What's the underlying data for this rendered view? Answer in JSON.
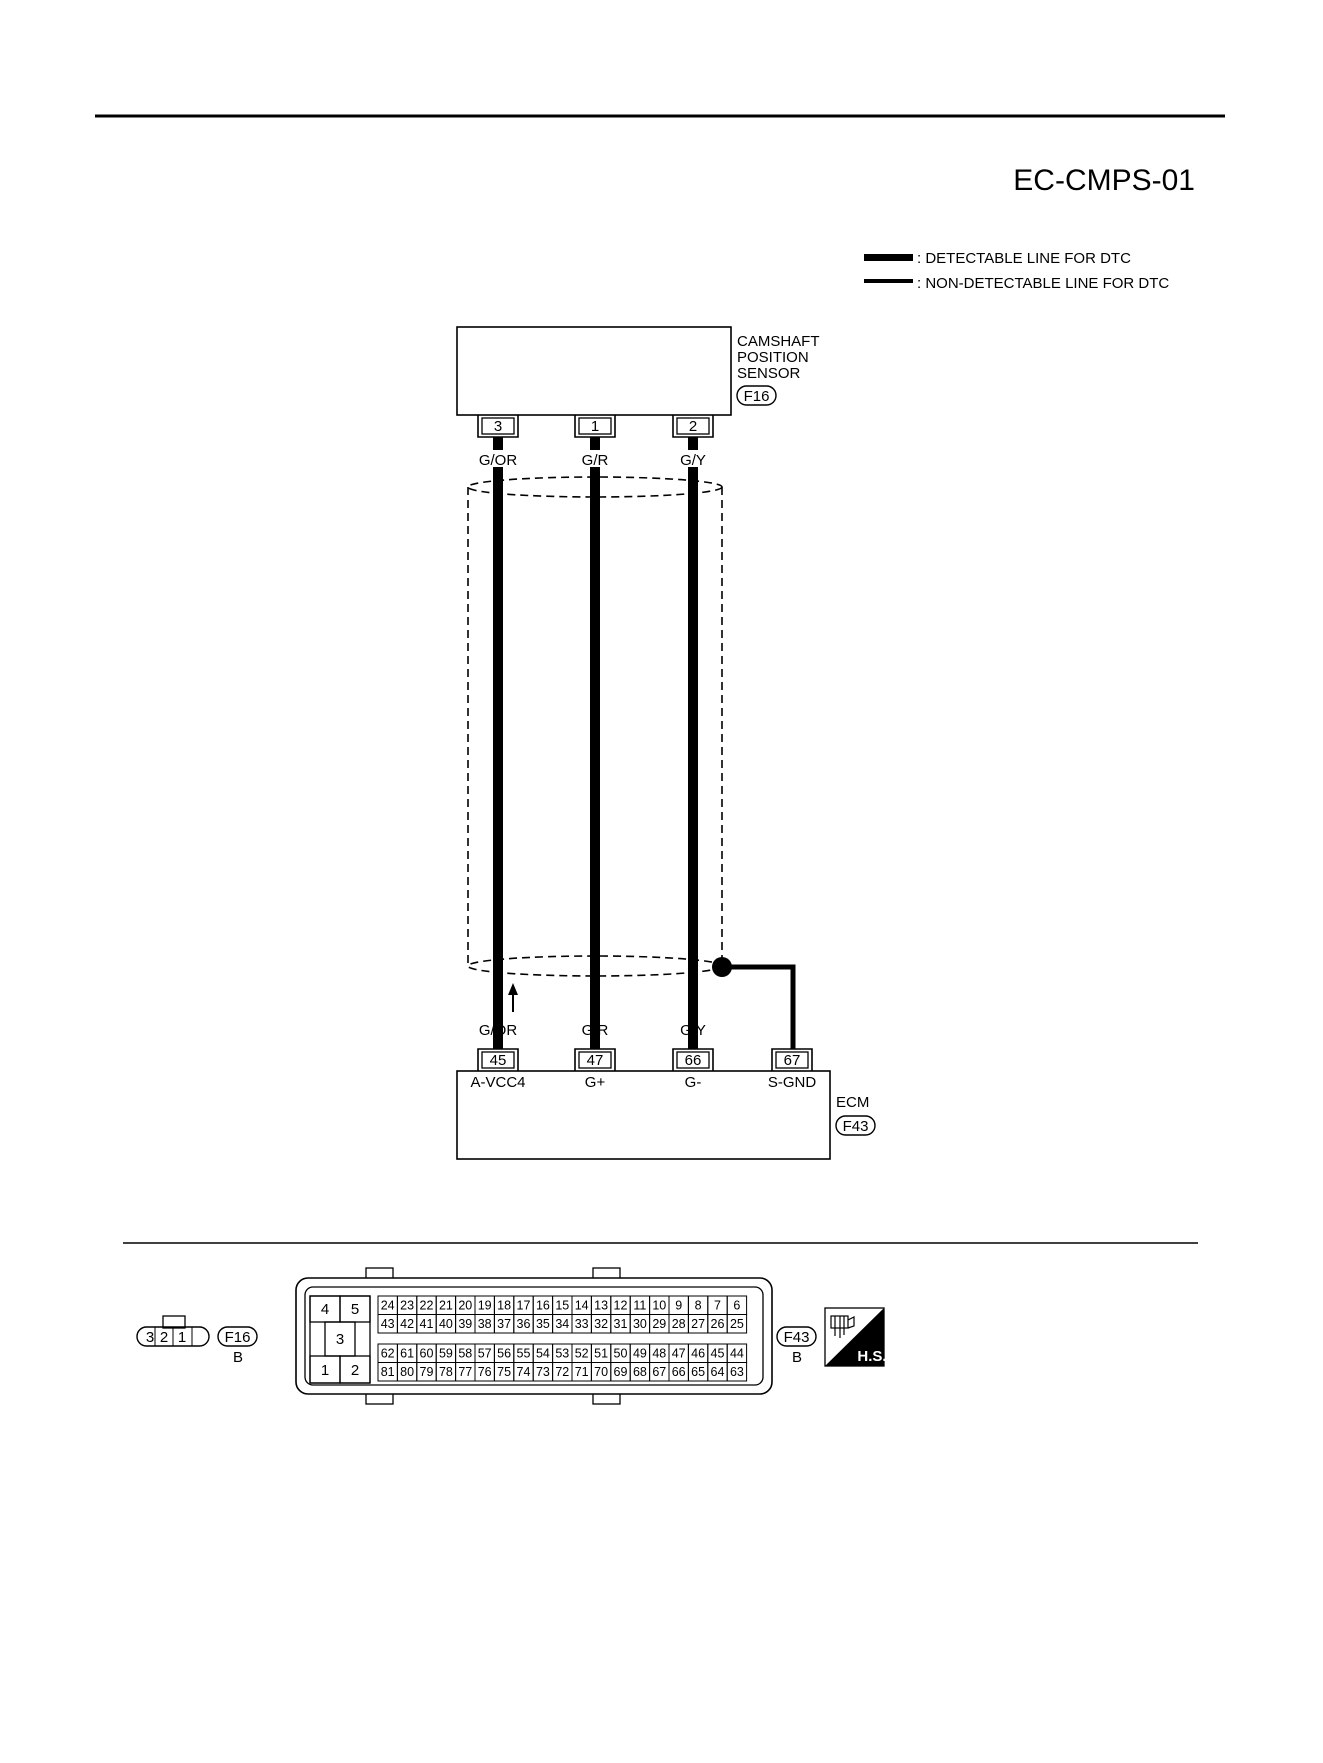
{
  "page": {
    "diagram_id": "EC-CMPS-01"
  },
  "legend": {
    "detectable": ": DETECTABLE LINE FOR DTC",
    "non_detectable": ": NON-DETECTABLE LINE FOR DTC"
  },
  "sensor": {
    "name_line1": "CAMSHAFT",
    "name_line2": "POSITION",
    "name_line3": "SENSOR",
    "connector": "F16",
    "pins": [
      {
        "pin": "3",
        "wire": "G/OR"
      },
      {
        "pin": "1",
        "wire": "G/R"
      },
      {
        "pin": "2",
        "wire": "G/Y"
      }
    ]
  },
  "ecm": {
    "name": "ECM",
    "connector": "F43",
    "pins": [
      {
        "pin": "45",
        "wire": "G/OR",
        "signal": "A-VCC4"
      },
      {
        "pin": "47",
        "wire": "G/R",
        "signal": "G+"
      },
      {
        "pin": "66",
        "wire": "G/Y",
        "signal": "G-"
      },
      {
        "pin": "67",
        "wire": "",
        "signal": "S-GND"
      }
    ]
  },
  "connector_views": {
    "f16": {
      "pins": [
        "3",
        "2",
        "1"
      ],
      "label": "F16",
      "color": "B"
    },
    "f43": {
      "label": "F43",
      "color": "B",
      "large_pins": [
        "4",
        "5",
        "3",
        "1",
        "2"
      ],
      "rows": [
        [
          "24",
          "23",
          "22",
          "21",
          "20",
          "19",
          "18",
          "17",
          "16",
          "15",
          "14",
          "13",
          "12",
          "11",
          "10",
          "9",
          "8",
          "7",
          "6"
        ],
        [
          "43",
          "42",
          "41",
          "40",
          "39",
          "38",
          "37",
          "36",
          "35",
          "34",
          "33",
          "32",
          "31",
          "30",
          "29",
          "28",
          "27",
          "26",
          "25"
        ],
        [
          "62",
          "61",
          "60",
          "59",
          "58",
          "57",
          "56",
          "55",
          "54",
          "53",
          "52",
          "51",
          "50",
          "49",
          "48",
          "47",
          "46",
          "45",
          "44"
        ],
        [
          "81",
          "80",
          "79",
          "78",
          "77",
          "76",
          "75",
          "74",
          "73",
          "72",
          "71",
          "70",
          "69",
          "68",
          "67",
          "66",
          "65",
          "64",
          "63"
        ]
      ]
    },
    "hs_badge": "H.S."
  }
}
